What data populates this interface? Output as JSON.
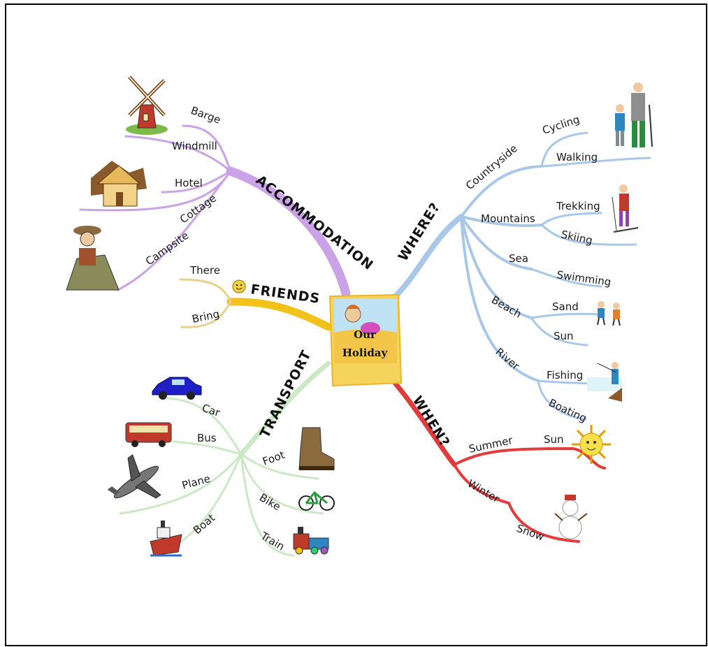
{
  "center": {
    "line1": "Our",
    "line2": "Holiday"
  },
  "branches": {
    "accommodation": {
      "label": "ACCOMMODATION",
      "color": "#c9a3e6",
      "children": [
        "Barge",
        "Windmill",
        "Hotel",
        "Cottage",
        "Campsite"
      ]
    },
    "friends": {
      "label": "FRIENDS",
      "color": "#f2c21a",
      "children": [
        "There",
        "Bring"
      ]
    },
    "transport": {
      "label": "TRANSPORT",
      "color": "#cde8c6",
      "children": [
        "Car",
        "Bus",
        "Plane",
        "Boat",
        "Foot",
        "Bike",
        "Train"
      ]
    },
    "where": {
      "label": "WHERE?",
      "color": "#a9c8e8",
      "children": {
        "countryside": {
          "label": "Countryside",
          "children": [
            "Cycling",
            "Walking"
          ]
        },
        "mountains": {
          "label": "Mountains",
          "children": [
            "Trekking",
            "Skiing"
          ]
        },
        "sea": {
          "label": "Sea",
          "children": [
            "Swimming"
          ]
        },
        "beach": {
          "label": "Beach",
          "children": [
            "Sand",
            "Sun"
          ]
        },
        "river": {
          "label": "River",
          "children": [
            "Fishing",
            "Boating"
          ]
        }
      }
    },
    "when": {
      "label": "WHEN?",
      "color": "#e23b3b",
      "children": {
        "summer": {
          "label": "Summer",
          "children": [
            "Sun"
          ]
        },
        "winter": {
          "label": "Winter",
          "children": [
            "Snow"
          ]
        }
      }
    }
  },
  "icons": [
    "windmill-icon",
    "cottage-icon",
    "camper-icon",
    "smiley-icon",
    "car-icon",
    "bus-icon",
    "plane-icon",
    "ship-icon",
    "boot-icon",
    "bicycle-icon",
    "train-icon",
    "hikers-icon",
    "skier-icon",
    "children-icon",
    "fisherman-icon",
    "sun-icon",
    "snowman-icon",
    "beach-picture-icon"
  ]
}
